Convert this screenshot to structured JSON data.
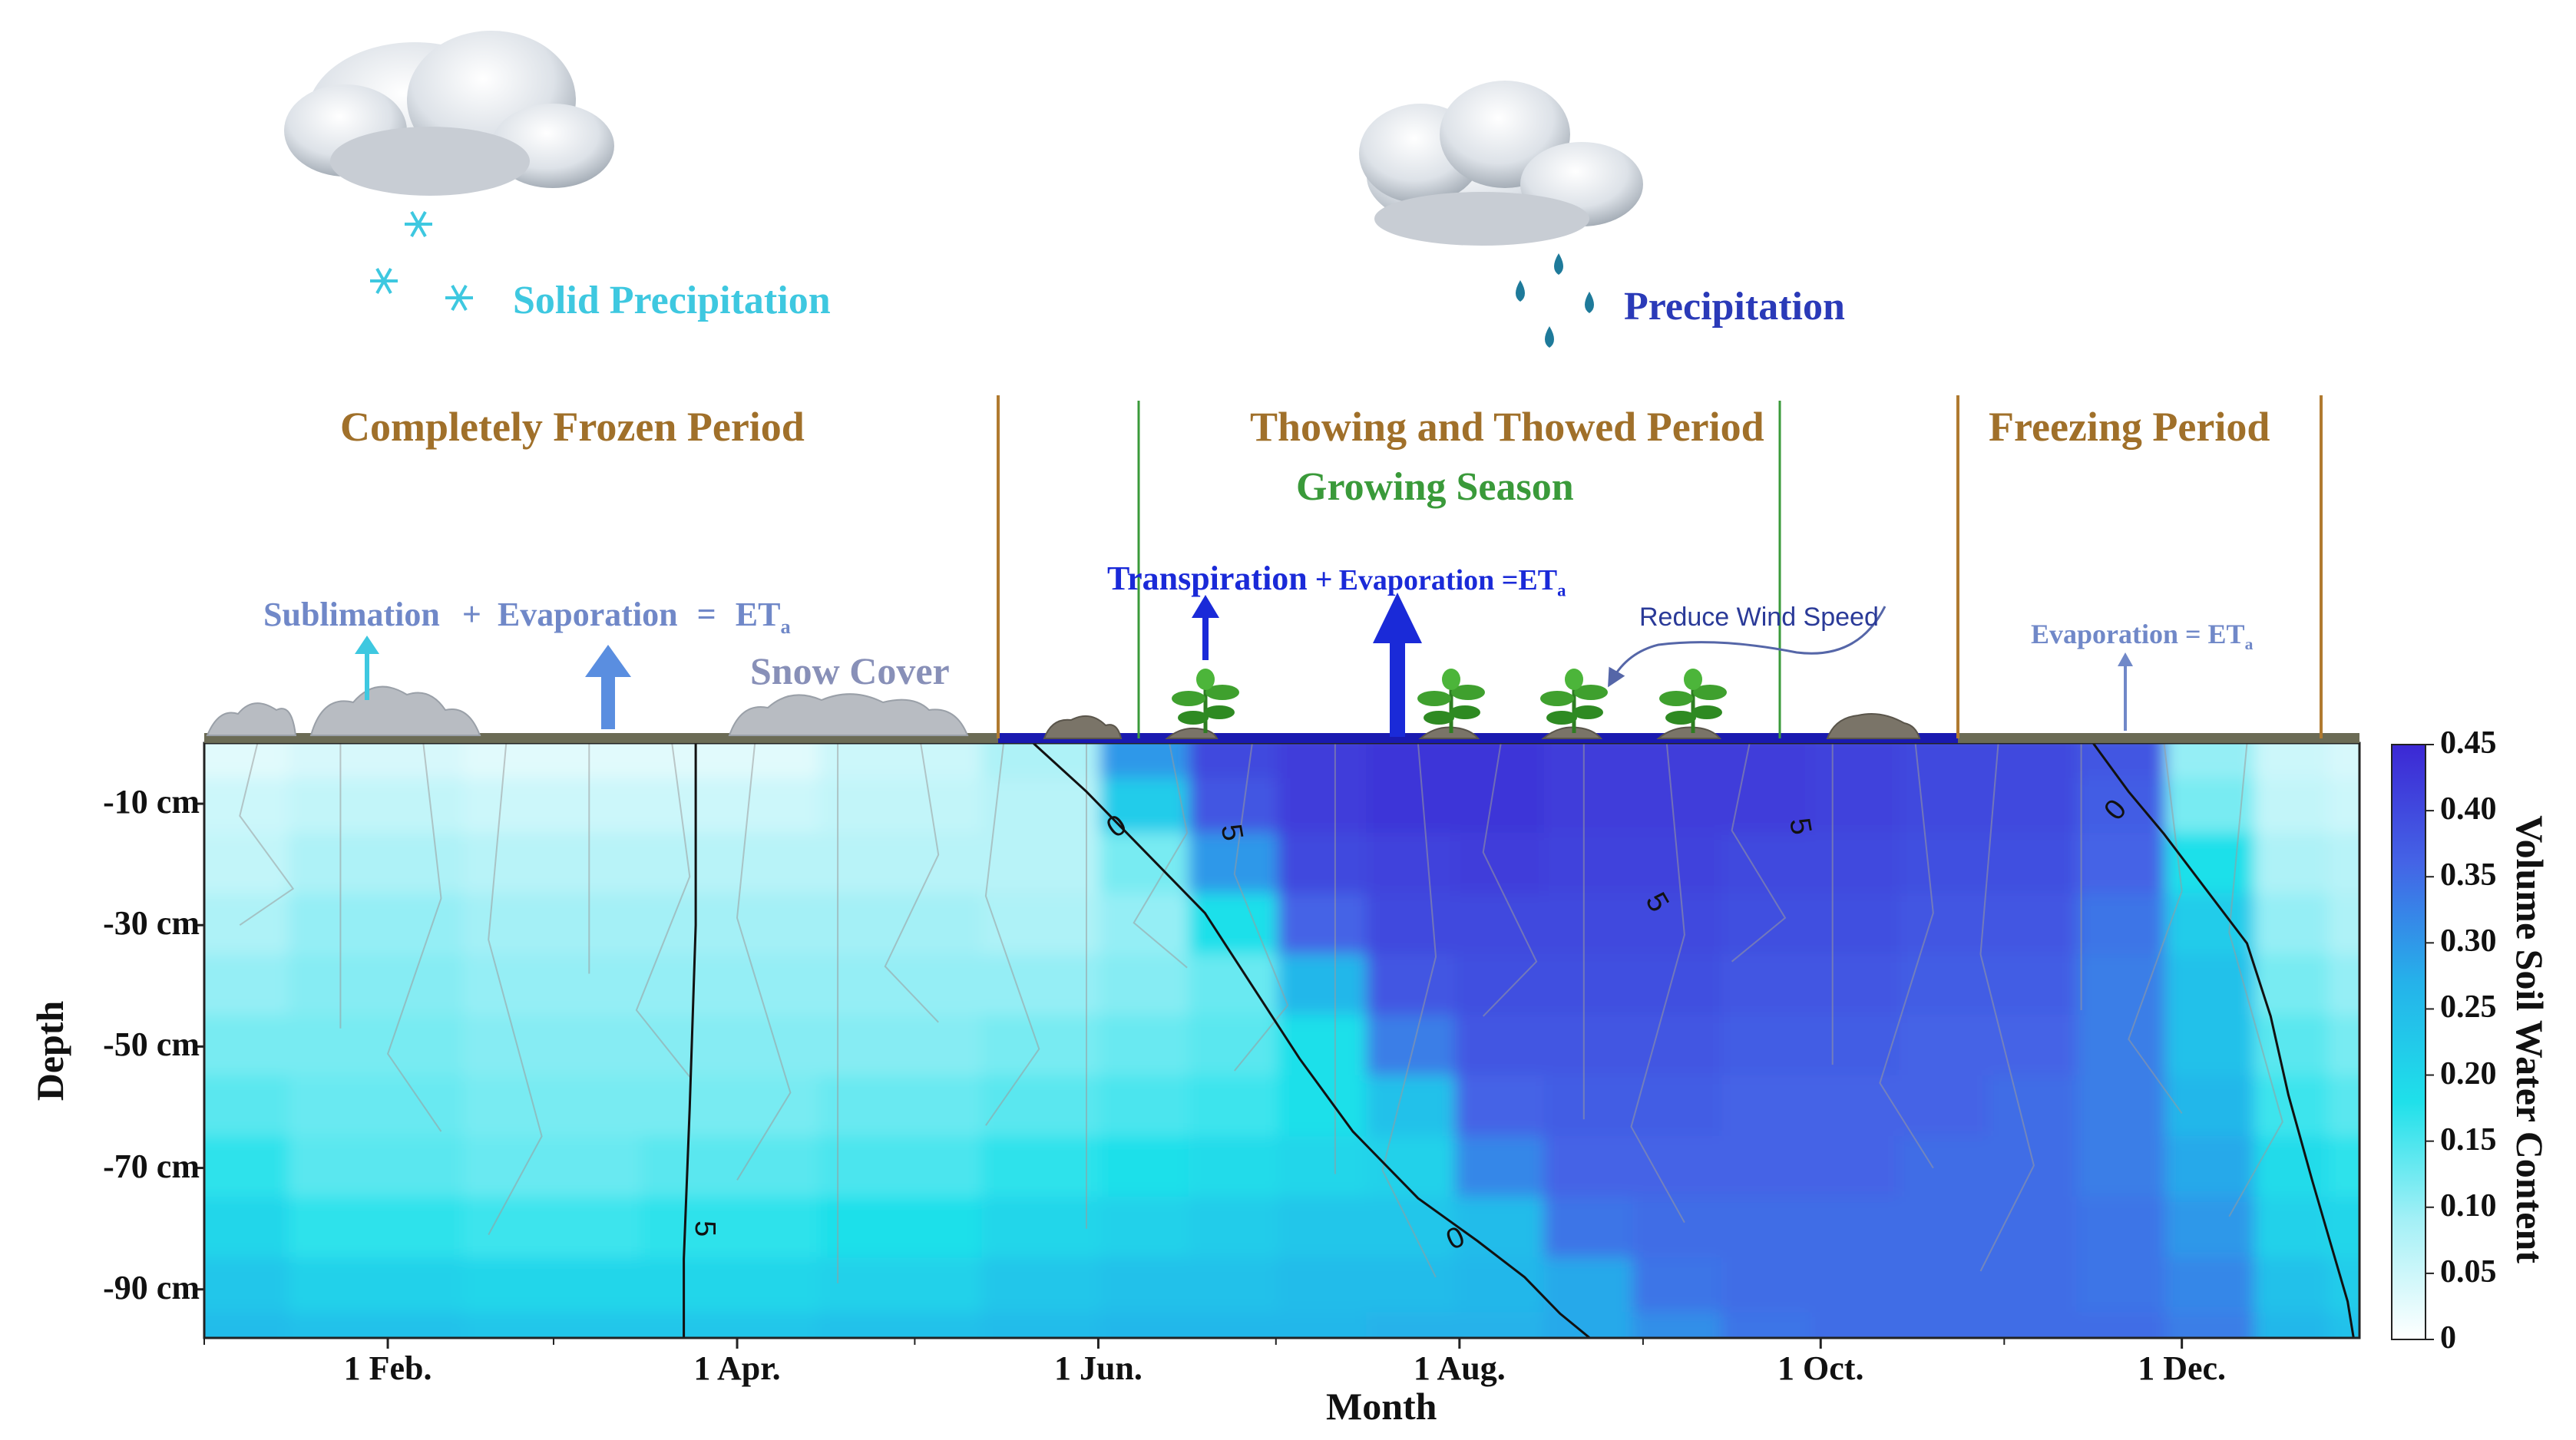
{
  "chart_data": {
    "type": "heatmap",
    "title": "",
    "xlabel": "Month",
    "ylabel": "Depth",
    "x_ticks": [
      "1 Feb.",
      "1 Apr.",
      "1 Jun.",
      "1 Aug.",
      "1 Oct.",
      "1 Dec."
    ],
    "x_tick_days": [
      32,
      91,
      152,
      213,
      274,
      335
    ],
    "x_range_days": [
      1,
      365
    ],
    "y_ticks": [
      "-10 cm",
      "-30 cm",
      "-50 cm",
      "-70 cm",
      "-90 cm"
    ],
    "y_tick_values": [
      -10,
      -30,
      -50,
      -70,
      -90
    ],
    "ylim": [
      -98,
      0
    ],
    "colorbar": {
      "label": "Volume Soil Water Content",
      "ticks": [
        "0.45",
        "0.40",
        "0.35",
        "0.30",
        "0.25",
        "0.20",
        "0.15",
        "0.10",
        "0.05",
        "0"
      ],
      "range": [
        0,
        0.45
      ],
      "colors": [
        "#ffffff",
        "#a4f0f6",
        "#1fe0ea",
        "#25b2ea",
        "#4464e6",
        "#3c28d4"
      ]
    },
    "contour_labels": [
      "0",
      "0",
      "0",
      "5",
      "5",
      "5",
      "5"
    ],
    "contours": [
      {
        "level": "0",
        "points": [
          [
            141,
            0
          ],
          [
            150,
            -8
          ],
          [
            160,
            -18
          ],
          [
            170,
            -28
          ],
          [
            178,
            -40
          ],
          [
            186,
            -52
          ],
          [
            195,
            -64
          ],
          [
            206,
            -75
          ],
          [
            216,
            -82
          ],
          [
            224,
            -88
          ],
          [
            230,
            -94
          ],
          [
            235,
            -98
          ]
        ]
      },
      {
        "level": "0",
        "points": [
          [
            320,
            0
          ],
          [
            326,
            -8
          ],
          [
            332,
            -15
          ],
          [
            339,
            -24
          ],
          [
            346,
            -33
          ],
          [
            350,
            -45
          ],
          [
            353,
            -58
          ],
          [
            357,
            -72
          ],
          [
            360,
            -82
          ],
          [
            363,
            -92
          ],
          [
            364,
            -98
          ]
        ]
      },
      {
        "level": "5",
        "points": [
          [
            84,
            0
          ],
          [
            84,
            -30
          ],
          [
            83,
            -60
          ],
          [
            82,
            -85
          ],
          [
            82,
            -98
          ]
        ]
      }
    ],
    "vswc_grid_days": [
      1,
      30,
      60,
      90,
      120,
      145,
      160,
      175,
      190,
      205,
      220,
      235,
      250,
      265,
      280,
      295,
      310,
      325,
      340,
      355,
      365
    ],
    "vswc_grid_depths": [
      -2,
      -10,
      -20,
      -30,
      -40,
      -50,
      -60,
      -70,
      -80,
      -90,
      -98
    ],
    "vswc_grid": [
      [
        0.03,
        0.04,
        0.03,
        0.03,
        0.05,
        0.08,
        0.3,
        0.4,
        0.42,
        0.43,
        0.43,
        0.42,
        0.42,
        0.42,
        0.41,
        0.4,
        0.4,
        0.38,
        0.1,
        0.05,
        0.04
      ],
      [
        0.05,
        0.06,
        0.05,
        0.05,
        0.06,
        0.07,
        0.22,
        0.38,
        0.42,
        0.43,
        0.43,
        0.42,
        0.42,
        0.42,
        0.41,
        0.4,
        0.4,
        0.37,
        0.12,
        0.06,
        0.05
      ],
      [
        0.06,
        0.08,
        0.07,
        0.07,
        0.07,
        0.07,
        0.12,
        0.3,
        0.4,
        0.41,
        0.42,
        0.41,
        0.41,
        0.4,
        0.4,
        0.39,
        0.39,
        0.36,
        0.18,
        0.08,
        0.07
      ],
      [
        0.08,
        0.1,
        0.09,
        0.09,
        0.09,
        0.08,
        0.1,
        0.18,
        0.36,
        0.4,
        0.4,
        0.4,
        0.4,
        0.39,
        0.39,
        0.38,
        0.38,
        0.34,
        0.22,
        0.1,
        0.08
      ],
      [
        0.1,
        0.11,
        0.1,
        0.1,
        0.1,
        0.1,
        0.11,
        0.13,
        0.26,
        0.38,
        0.39,
        0.39,
        0.39,
        0.38,
        0.38,
        0.37,
        0.37,
        0.33,
        0.24,
        0.12,
        0.1
      ],
      [
        0.12,
        0.12,
        0.11,
        0.11,
        0.11,
        0.12,
        0.13,
        0.14,
        0.18,
        0.33,
        0.38,
        0.38,
        0.38,
        0.37,
        0.37,
        0.36,
        0.36,
        0.33,
        0.24,
        0.14,
        0.12
      ],
      [
        0.14,
        0.13,
        0.12,
        0.12,
        0.13,
        0.14,
        0.15,
        0.16,
        0.18,
        0.24,
        0.36,
        0.37,
        0.37,
        0.36,
        0.36,
        0.36,
        0.35,
        0.33,
        0.26,
        0.16,
        0.14
      ],
      [
        0.17,
        0.14,
        0.13,
        0.14,
        0.15,
        0.17,
        0.18,
        0.19,
        0.2,
        0.21,
        0.32,
        0.36,
        0.36,
        0.36,
        0.36,
        0.35,
        0.35,
        0.33,
        0.28,
        0.19,
        0.17
      ],
      [
        0.2,
        0.17,
        0.16,
        0.17,
        0.18,
        0.2,
        0.21,
        0.22,
        0.23,
        0.23,
        0.25,
        0.34,
        0.35,
        0.35,
        0.35,
        0.35,
        0.35,
        0.34,
        0.3,
        0.21,
        0.2
      ],
      [
        0.23,
        0.21,
        0.2,
        0.2,
        0.21,
        0.23,
        0.24,
        0.24,
        0.25,
        0.25,
        0.26,
        0.28,
        0.34,
        0.35,
        0.35,
        0.35,
        0.35,
        0.34,
        0.32,
        0.24,
        0.22
      ],
      [
        0.25,
        0.24,
        0.23,
        0.23,
        0.24,
        0.25,
        0.26,
        0.26,
        0.26,
        0.27,
        0.27,
        0.28,
        0.31,
        0.34,
        0.35,
        0.35,
        0.35,
        0.35,
        0.33,
        0.26,
        0.24
      ]
    ]
  },
  "periods": {
    "frozen": "Completely Frozen Period",
    "thawing": "Thowing and Thowed Period",
    "growing": "Growing Season",
    "freezing": "Freezing Period"
  },
  "weather": {
    "solid_precip": "Solid Precipitation",
    "precip": "Precipitation"
  },
  "annotations": {
    "sublimation": "Sublimation",
    "plus1": "+",
    "evaporation1": "Evaporation",
    "equals1": "=",
    "eta1": "ET",
    "eta_sub": "a",
    "snow_cover": "Snow Cover",
    "transpiration": "Transpiration",
    "plus2": "+",
    "evaporation2": "Evaporation =ET",
    "reduce_wind": "Reduce Wind Speed",
    "evaporation3": "Evaporation = ET"
  },
  "colors": {
    "period_text": "#a0702a",
    "growing_text": "#3a9a3a",
    "solid_precip_text": "#3ec8e0",
    "precip_text": "#2a3ab8",
    "winter_flux_text": "#7088c8",
    "summer_flux_text": "#1a2ad8",
    "contour_major": "#111111",
    "contour_minor": "#9a9a9a"
  }
}
